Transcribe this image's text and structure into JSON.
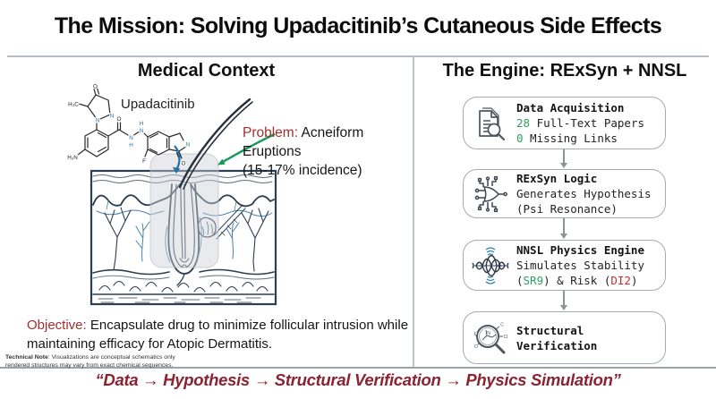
{
  "title": "The Mission: Solving Upadacitinib’s Cutaneous Side Effects",
  "left_panel": {
    "header": "Medical Context",
    "molecule": {
      "label": "Upadacitinib",
      "atoms": {
        "h3c": "H₃C",
        "o_top": "O",
        "n1": "N",
        "n2": "N",
        "h2n": "H₂N",
        "o_amide": "O",
        "n_h1": "N",
        "h1": "H",
        "h2": "H",
        "n_h2": "N",
        "n_ring": "N",
        "f": "F",
        "o_ring": "O"
      }
    },
    "problem": {
      "label": "Problem:",
      "text": " Acneiform Eruptions",
      "detail": "(15-17% incidence)"
    },
    "objective": {
      "label": "Objective:",
      "text": " Encapsulate drug to minimize follicular intrusion while maintaining efficacy for Atopic Dermatitis."
    },
    "technical_note": {
      "label": "Technical Note",
      "text": ": Visualizations are conceptual schematics only",
      "line2": "rendered structures may vary from exact chemical sequences."
    }
  },
  "right_panel": {
    "header": "The Engine: RExSyn + NNSL",
    "steps": [
      {
        "icon": "document-search-icon",
        "title": "Data Acquisition",
        "line2_value": "28",
        "line2_text": " Full-Text Papers",
        "line3_value": "0",
        "line3_text": " Missing Links"
      },
      {
        "icon": "circuit-logic-icon",
        "title": "RExSyn Logic",
        "line2": "Generates Hypothesis",
        "line3": "(Psi Resonance)"
      },
      {
        "icon": "waveform-icon",
        "title": "NNSL Physics Engine",
        "line2": "Simulates Stability",
        "line3_pre": "(",
        "line3_good": "SR9",
        "line3_mid": ") & Risk (",
        "line3_bad": "DI2",
        "line3_post": ")"
      },
      {
        "icon": "molecule-magnifier-icon",
        "title_line1": "Structural",
        "title_line2": "Verification",
        "icon_labels": {
          "f": "F",
          "o": "O",
          "c": "C",
          "cl": "Cl",
          "n": "N"
        }
      }
    ]
  },
  "footer": {
    "quote": "“Data → Hypothesis → Structural Verification → Physics Simulation”"
  },
  "colors": {
    "accent_red": "#a03030",
    "quote_red": "#8c2332",
    "mono_green": "#2f9e62",
    "mono_red": "#c9302c",
    "divider_gray": "#b6bbc4",
    "illustration_dark": "#2c3e50",
    "illustration_blue": "#4a81ad",
    "arrow_green": "#169a59",
    "arrow_blue": "#2470a8"
  }
}
